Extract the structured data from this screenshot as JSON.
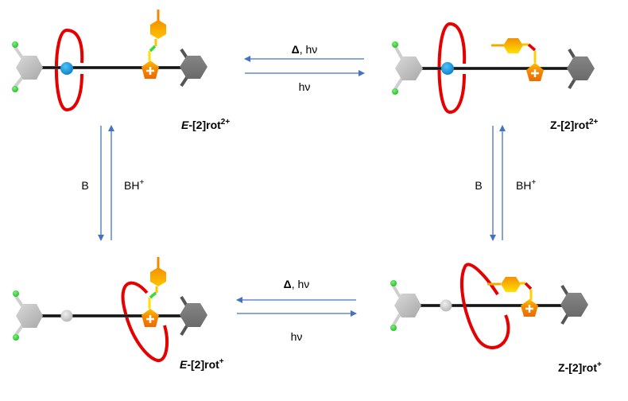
{
  "title": "Rotaxane switching scheme",
  "colors": {
    "arrow": "#4472C4",
    "ring": "#E60000",
    "axle": "#1a1a1a",
    "station_blue": "#1E9BE0",
    "station_grey": "#C8C8C8",
    "stopper_left": "#C4C4C4",
    "stopper_right": "#7A7A7A",
    "stopper_tip": "#33CC33",
    "pyridinium": "#F07800",
    "azo_hex": "#FFA500",
    "azo_link_e": "#33DD33",
    "azo_link_z": "#E60000"
  },
  "species": [
    {
      "id": "E-2rot2+",
      "prefix": "E",
      "core": "-[2]rot",
      "charge": "2+",
      "italic_prefix": true,
      "ring_station": "blue-station",
      "azo": "E"
    },
    {
      "id": "Z-2rot2+",
      "prefix": "Z",
      "core": "-[2]rot",
      "charge": "2+",
      "italic_prefix": false,
      "ring_station": "blue-station",
      "azo": "Z"
    },
    {
      "id": "E-2rot+",
      "prefix": "E",
      "core": "-[2]rot",
      "charge": "+",
      "italic_prefix": true,
      "ring_station": "pyridinium",
      "azo": "E"
    },
    {
      "id": "Z-2rot+",
      "prefix": "Z",
      "core": "-[2]rot",
      "charge": "+",
      "italic_prefix": false,
      "ring_station": "middle",
      "azo": "Z"
    }
  ],
  "arrows": {
    "top_reverse": {
      "delta": "Δ",
      "rest": ", hν"
    },
    "top_forward": "hν",
    "bottom_reverse": {
      "delta": "Δ",
      "rest": ", hν"
    },
    "bottom_forward": "hν",
    "left_down": "B",
    "left_up": {
      "base": "BH",
      "sup": "+"
    },
    "right_down": "B",
    "right_up": {
      "base": "BH",
      "sup": "+"
    }
  }
}
